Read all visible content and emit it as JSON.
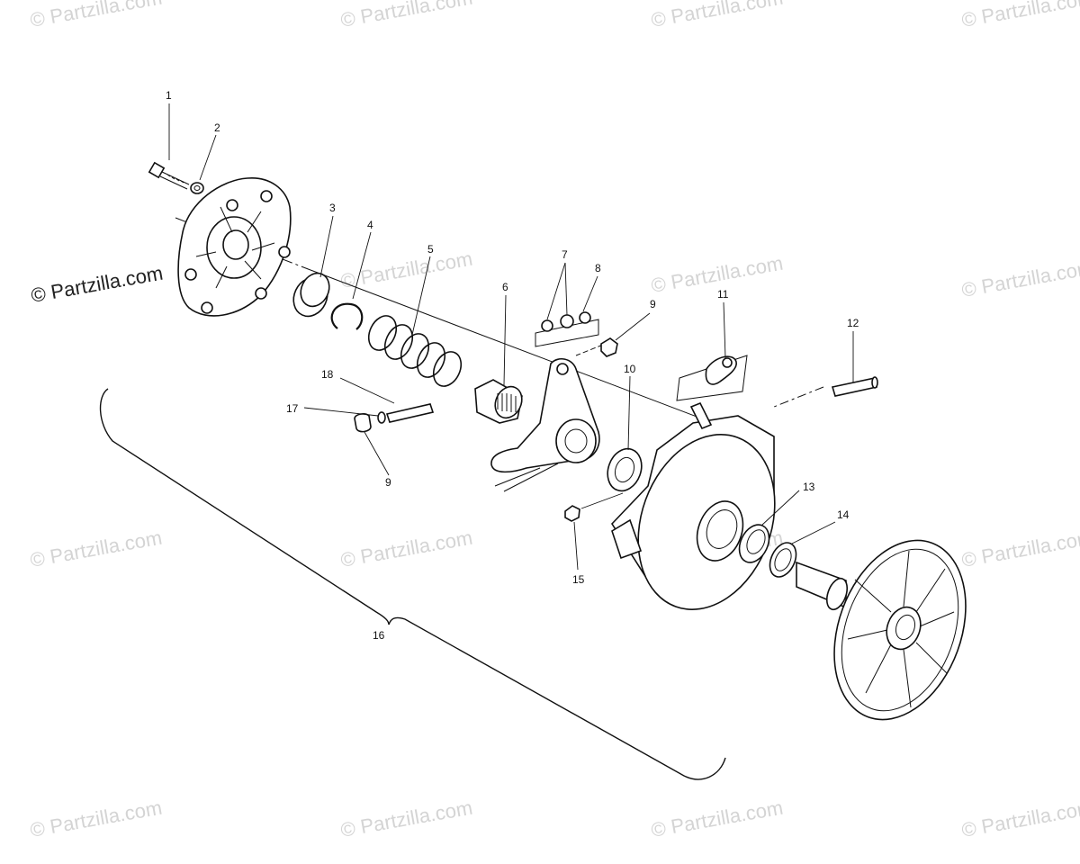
{
  "watermark": "© Partzilla.com",
  "callouts": [
    "1",
    "2",
    "3",
    "4",
    "5",
    "6",
    "7",
    "8",
    "9",
    "10",
    "11",
    "12",
    "13",
    "14",
    "15",
    "16",
    "17",
    "18",
    "9"
  ]
}
